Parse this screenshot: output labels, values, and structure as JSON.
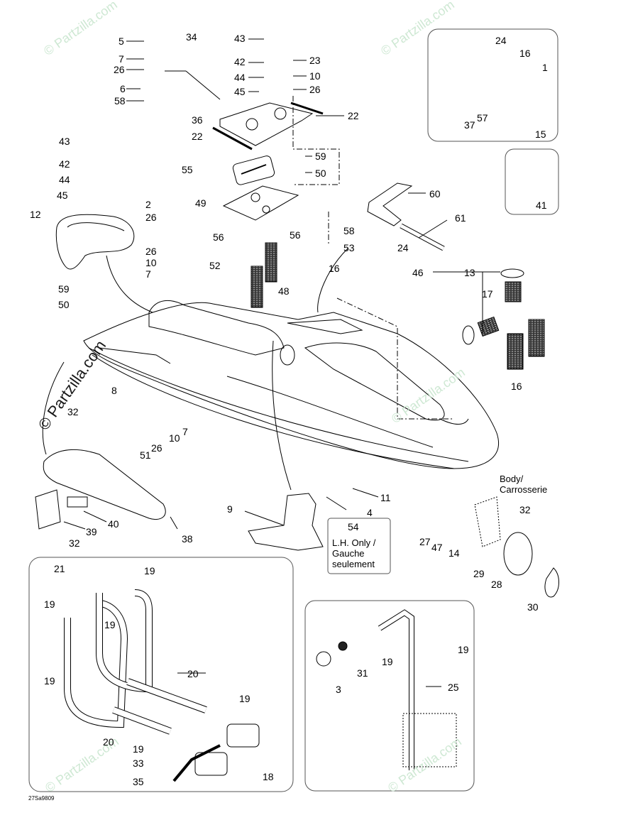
{
  "title": "Body and hull parts diagram",
  "watermark": "© Partzilla.com",
  "drawing_ref": "27Sa9809",
  "notes": {
    "body": "Body/\nCarrosserie",
    "body_line1": "Body/",
    "body_line2": "Carrosserie",
    "lh_only_line1": "L.H. Only /",
    "lh_only_line2": "Gauche",
    "lh_only_line3": "seulement"
  },
  "callouts": {
    "c5": "5",
    "c34": "34",
    "c7a": "7",
    "c26a": "26",
    "c6": "6",
    "c58a": "58",
    "c43a": "43",
    "c42a": "42",
    "c44a": "44",
    "c45a": "45",
    "c23": "23",
    "c10a": "10",
    "c26b": "26",
    "c36": "36",
    "c22a": "22",
    "c22b": "22",
    "c59a": "59",
    "c50a": "50",
    "c55": "55",
    "c24a": "24",
    "c16a": "16",
    "c1": "1",
    "c37": "37",
    "c57": "57",
    "c15": "15",
    "c41": "41",
    "c43b": "43",
    "c42b": "42",
    "c44b": "44",
    "c45b": "45",
    "c2": "2",
    "c26c": "26",
    "c12": "12",
    "c26d": "26",
    "c10b": "10",
    "c7b": "7",
    "c59b": "59",
    "c50b": "50",
    "c49": "49",
    "c56a": "56",
    "c56b": "56",
    "c58b": "58",
    "c53": "53",
    "c52": "52",
    "c16b": "16",
    "c48": "48",
    "c60": "60",
    "c61": "61",
    "c24b": "24",
    "c46": "46",
    "c13": "13",
    "c17": "17",
    "c16c": "16",
    "c8": "8",
    "c32a": "32",
    "c7c": "7",
    "c10c": "10",
    "c26e": "26",
    "c51": "51",
    "c40": "40",
    "c39": "39",
    "c32b": "32",
    "c38": "38",
    "c9": "9",
    "c11": "11",
    "c4": "4",
    "c54": "54",
    "c32c": "32",
    "c27": "27",
    "c47": "47",
    "c14": "14",
    "c29": "29",
    "c28": "28",
    "c30": "30",
    "c21": "21",
    "c19a": "19",
    "c19b": "19",
    "c19c": "19",
    "c20a": "20",
    "c19d": "19",
    "c19e": "19",
    "c20b": "20",
    "c19f": "19",
    "c33": "33",
    "c35": "35",
    "c18": "18",
    "c19g": "19",
    "c19h": "19",
    "c3": "3",
    "c31": "31",
    "c25": "25"
  },
  "colors": {
    "line": "#000000",
    "frame": "#555555",
    "watermark": "#c9e6cf"
  }
}
